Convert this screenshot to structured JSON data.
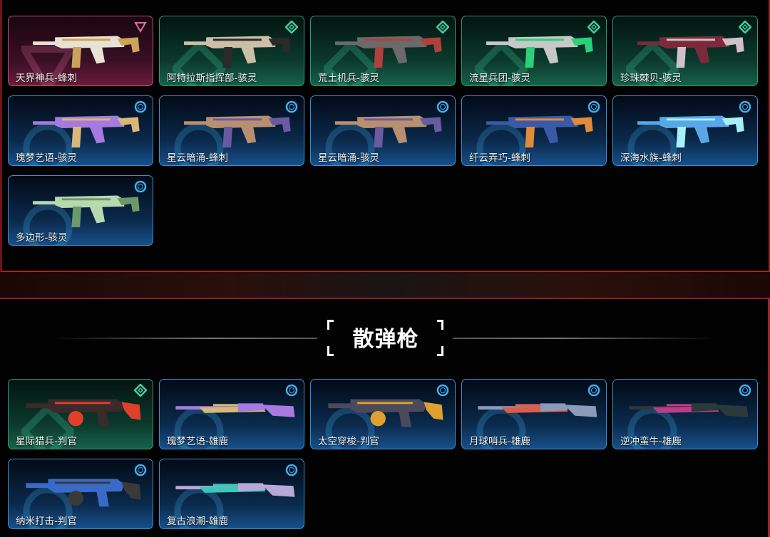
{
  "colors": {
    "pink": "#c0507a",
    "green": "#2f9a78",
    "blue": "#3b8fd0",
    "red_border": "#a32424"
  },
  "smg_section": {
    "cards": [
      {
        "name": "天界神兵-蜂刺",
        "tier": "pink",
        "gun_color": "#e8e2d4",
        "accent": "#c9a45a",
        "type": "smg"
      },
      {
        "name": "阿特拉斯指挥部-骇灵",
        "tier": "green",
        "gun_color": "#cbbfa6",
        "accent": "#2a2a2a",
        "type": "smg"
      },
      {
        "name": "荒土机兵-骇灵",
        "tier": "green",
        "gun_color": "#6a6a6a",
        "accent": "#b04040",
        "type": "smg"
      },
      {
        "name": "流星兵团-骇灵",
        "tier": "green",
        "gun_color": "#c8c8c8",
        "accent": "#2bd07a",
        "type": "smg"
      },
      {
        "name": "珍珠棘贝-骇灵",
        "tier": "green",
        "gun_color": "#7a2a3a",
        "accent": "#d0c0c8",
        "type": "smg"
      },
      {
        "name": "瑰梦艺语-骇灵",
        "tier": "blue",
        "gun_color": "#a77ae0",
        "accent": "#d8b878",
        "type": "smg"
      },
      {
        "name": "星云暗涌-蜂刺",
        "tier": "blue",
        "gun_color": "#b89070",
        "accent": "#6a5aa0",
        "type": "smg"
      },
      {
        "name": "星云暗涌-骇灵",
        "tier": "blue",
        "gun_color": "#b89070",
        "accent": "#6a5aa0",
        "type": "smg"
      },
      {
        "name": "纤云弄巧-蜂刺",
        "tier": "blue",
        "gun_color": "#3a5aa8",
        "accent": "#e08a3a",
        "type": "smg"
      },
      {
        "name": "深海水族-蜂刺",
        "tier": "blue",
        "gun_color": "#58a8e8",
        "accent": "#a8f0f8",
        "type": "smg"
      },
      {
        "name": "多边形-骇灵",
        "tier": "blue",
        "gun_color": "#b8d8b0",
        "accent": "#6a9a6a",
        "type": "smg"
      }
    ]
  },
  "shotgun_section": {
    "title": "散弹枪",
    "cards": [
      {
        "name": "星际猎兵-判官",
        "tier": "green",
        "gun_color": "#3a2a2a",
        "accent": "#e0402a",
        "type": "judge"
      },
      {
        "name": "瑰梦艺语-雄鹿",
        "tier": "blue",
        "gun_color": "#a77ae0",
        "accent": "#d8b878",
        "type": "bucky"
      },
      {
        "name": "太空穿梭-判官",
        "tier": "blue",
        "gun_color": "#4a4a5a",
        "accent": "#e0a030",
        "type": "judge"
      },
      {
        "name": "月球哨兵-雄鹿",
        "tier": "blue",
        "gun_color": "#8a9ab8",
        "accent": "#e05a4a",
        "type": "bucky"
      },
      {
        "name": "逆冲蛮牛-雄鹿",
        "tier": "blue",
        "gun_color": "#2a3a3a",
        "accent": "#c03a8a",
        "type": "bucky"
      },
      {
        "name": "纳米打击-判官",
        "tier": "blue",
        "gun_color": "#3a6ac8",
        "accent": "#3a3a3a",
        "type": "judge"
      },
      {
        "name": "复古浪潮-雄鹿",
        "tier": "blue",
        "gun_color": "#b8a8d8",
        "accent": "#3ac8b8",
        "type": "bucky"
      }
    ]
  }
}
